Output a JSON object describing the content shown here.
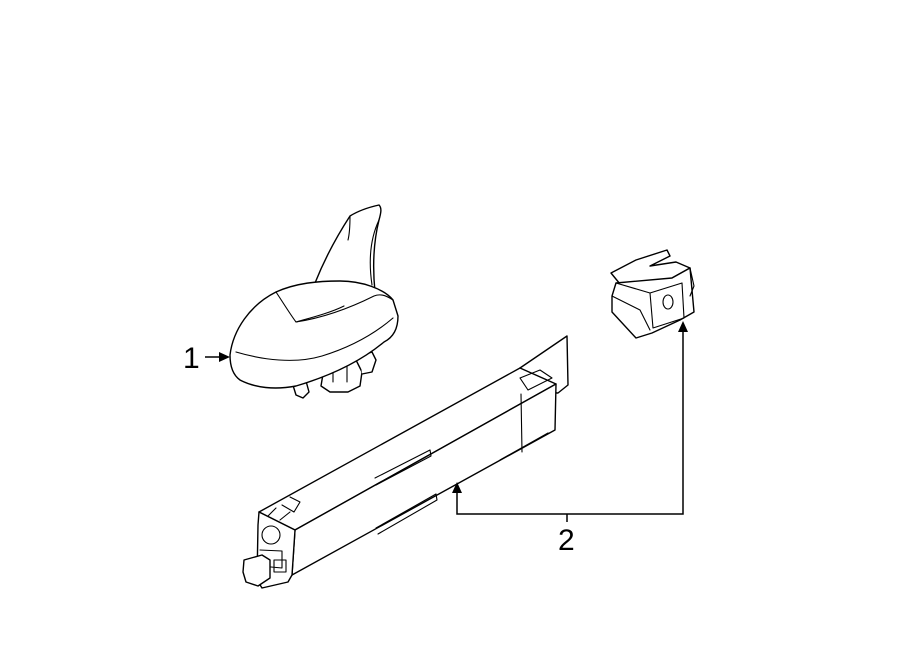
{
  "callouts": [
    {
      "id": "1",
      "label": "1",
      "part": "shark-fin-antenna"
    },
    {
      "id": "2",
      "label": "2",
      "part": "antenna-module-and-bracket"
    }
  ],
  "colors": {
    "background": "#ffffff",
    "line": "#000000"
  }
}
